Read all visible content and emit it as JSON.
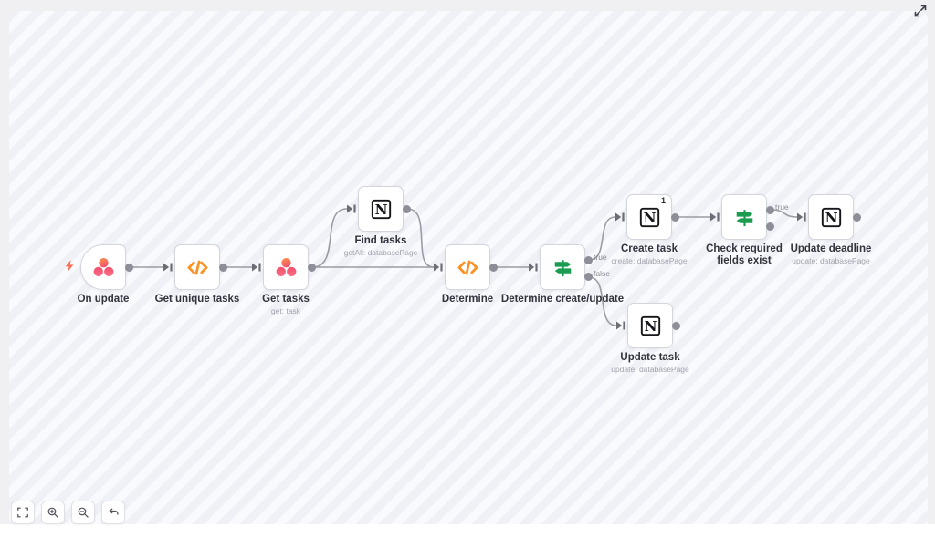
{
  "app": {
    "view": "workflow-canvas"
  },
  "workflow": {
    "nodes": [
      {
        "id": "on-update",
        "label": "On update",
        "icon": "asana-trigger"
      },
      {
        "id": "get-unique-tasks",
        "label": "Get unique tasks",
        "icon": "code"
      },
      {
        "id": "get-tasks",
        "label": "Get tasks",
        "sublabel": "get: task",
        "icon": "asana"
      },
      {
        "id": "find-tasks",
        "label": "Find tasks",
        "sublabel": "getAll: databasePage",
        "icon": "notion"
      },
      {
        "id": "determine",
        "label": "Determine",
        "icon": "code"
      },
      {
        "id": "determine-create-update",
        "label": "Determine create/update",
        "icon": "switch",
        "outputs": [
          {
            "label": "true"
          },
          {
            "label": "false"
          }
        ]
      },
      {
        "id": "create-task",
        "label": "Create task",
        "sublabel": "create: databasePage",
        "icon": "notion",
        "badge": "1"
      },
      {
        "id": "check-required-fields",
        "label": "Check required fields exist",
        "icon": "switch",
        "outputs": [
          {
            "label": "true"
          },
          {
            "label": ""
          }
        ]
      },
      {
        "id": "update-deadline",
        "label": "Update deadline",
        "sublabel": "update: databasePage",
        "icon": "notion"
      },
      {
        "id": "update-task",
        "label": "Update task",
        "sublabel": "update: databasePage",
        "icon": "notion"
      }
    ],
    "connections": [
      "On update -> Get unique tasks",
      "Get unique tasks -> Get tasks",
      "Get tasks -> Find tasks",
      "Get tasks -> Determine",
      "Find tasks -> Determine",
      "Determine -> Determine create/update",
      "Determine create/update:true -> Create task",
      "Determine create/update:false -> Update task",
      "Create task -> Check required fields exist",
      "Check required fields exist:true -> Update deadline"
    ]
  },
  "controls": {
    "toolbar_icons": [
      "fit-view-icon",
      "zoom-in-icon",
      "zoom-out-icon",
      "reset-zoom-icon"
    ],
    "corner_icon": "expand-icon"
  },
  "colors": {
    "canvas_stripe_dark": "#eff1f6",
    "canvas_stripe_light": "#f9fafd",
    "wire": "#9b9ca3",
    "connector_dot": "#8d8e97",
    "asana_coral_top": "#fa9147",
    "asana_coral": "#f4546f",
    "code_orange": "#fb9226",
    "switch_green": "#1c9c50",
    "notion_black": "#15151a",
    "trigger_bolt": "#ff6b50"
  }
}
